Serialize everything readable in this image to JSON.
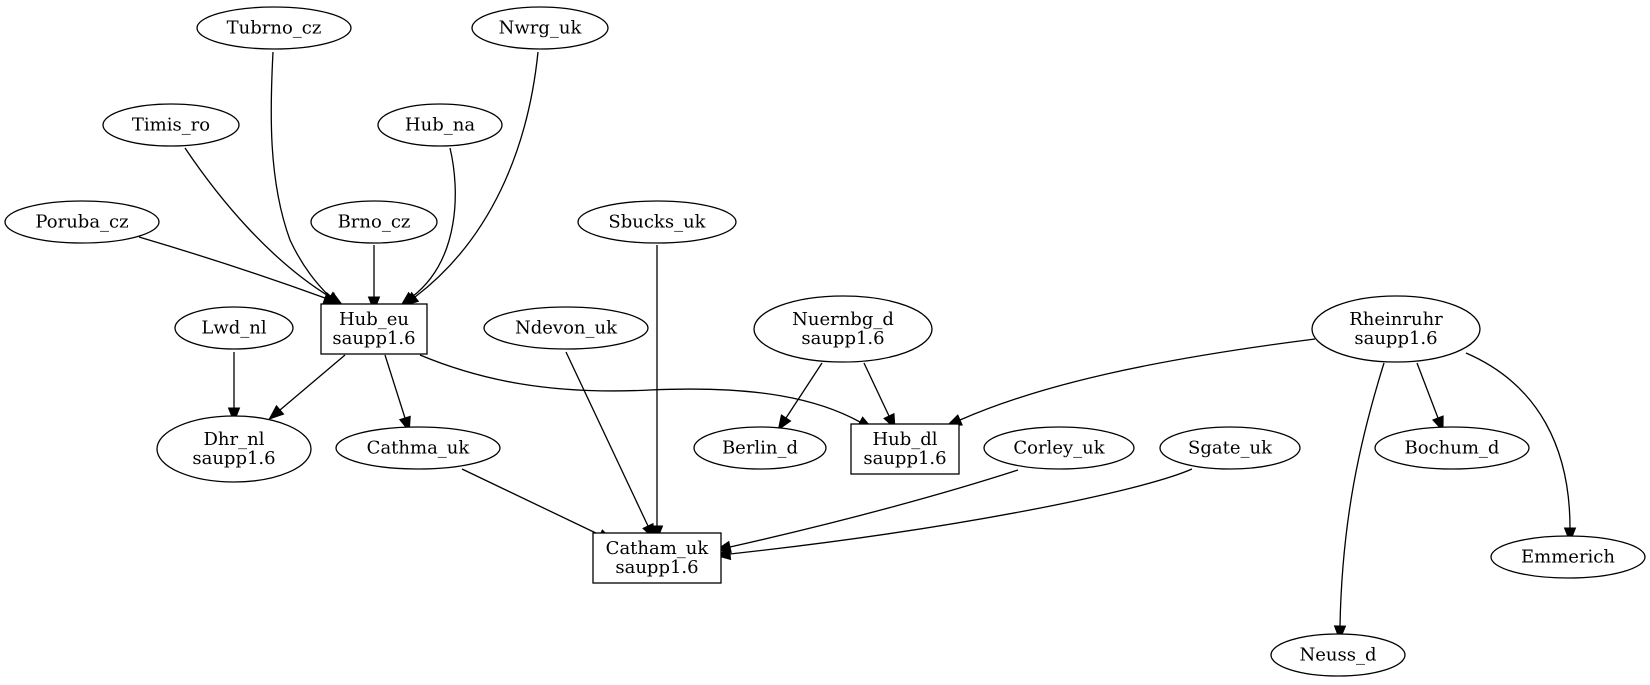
{
  "diagram": {
    "nodes": [
      {
        "id": "tubrno",
        "shape": "ellipse",
        "lines": [
          "Tubrno_cz"
        ]
      },
      {
        "id": "nwrg",
        "shape": "ellipse",
        "lines": [
          "Nwrg_uk"
        ]
      },
      {
        "id": "timis",
        "shape": "ellipse",
        "lines": [
          "Timis_ro"
        ]
      },
      {
        "id": "hubna",
        "shape": "ellipse",
        "lines": [
          "Hub_na"
        ]
      },
      {
        "id": "poruba",
        "shape": "ellipse",
        "lines": [
          "Poruba_cz"
        ]
      },
      {
        "id": "brno",
        "shape": "ellipse",
        "lines": [
          "Brno_cz"
        ]
      },
      {
        "id": "sbucks",
        "shape": "ellipse",
        "lines": [
          "Sbucks_uk"
        ]
      },
      {
        "id": "lwd",
        "shape": "ellipse",
        "lines": [
          "Lwd_nl"
        ]
      },
      {
        "id": "hubeu",
        "shape": "box",
        "lines": [
          "Hub_eu",
          "saupp1.6"
        ]
      },
      {
        "id": "ndevon",
        "shape": "ellipse",
        "lines": [
          "Ndevon_uk"
        ]
      },
      {
        "id": "nuernbg",
        "shape": "ellipse",
        "lines": [
          "Nuernbg_d",
          "saupp1.6"
        ]
      },
      {
        "id": "rheinruhr",
        "shape": "ellipse",
        "lines": [
          "Rheinruhr",
          "saupp1.6"
        ]
      },
      {
        "id": "dhr",
        "shape": "ellipse",
        "lines": [
          "Dhr_nl",
          "saupp1.6"
        ]
      },
      {
        "id": "cathma",
        "shape": "ellipse",
        "lines": [
          "Cathma_uk"
        ]
      },
      {
        "id": "berlin",
        "shape": "ellipse",
        "lines": [
          "Berlin_d"
        ]
      },
      {
        "id": "hubdl",
        "shape": "box",
        "lines": [
          "Hub_dl",
          "saupp1.6"
        ]
      },
      {
        "id": "corley",
        "shape": "ellipse",
        "lines": [
          "Corley_uk"
        ]
      },
      {
        "id": "sgate",
        "shape": "ellipse",
        "lines": [
          "Sgate_uk"
        ]
      },
      {
        "id": "bochum",
        "shape": "ellipse",
        "lines": [
          "Bochum_d"
        ]
      },
      {
        "id": "catham",
        "shape": "box",
        "lines": [
          "Catham_uk",
          "saupp1.6"
        ]
      },
      {
        "id": "emmerich",
        "shape": "ellipse",
        "lines": [
          "Emmerich"
        ]
      },
      {
        "id": "neuss",
        "shape": "ellipse",
        "lines": [
          "Neuss_d"
        ]
      }
    ],
    "edges": [
      {
        "from": "tubrno",
        "to": "hubeu"
      },
      {
        "from": "nwrg",
        "to": "hubeu"
      },
      {
        "from": "timis",
        "to": "hubeu"
      },
      {
        "from": "hubna",
        "to": "hubeu"
      },
      {
        "from": "poruba",
        "to": "hubeu"
      },
      {
        "from": "brno",
        "to": "hubeu"
      },
      {
        "from": "lwd",
        "to": "dhr"
      },
      {
        "from": "hubeu",
        "to": "dhr"
      },
      {
        "from": "hubeu",
        "to": "cathma"
      },
      {
        "from": "hubeu",
        "to": "hubdl"
      },
      {
        "from": "nuernbg",
        "to": "berlin"
      },
      {
        "from": "nuernbg",
        "to": "hubdl"
      },
      {
        "from": "rheinruhr",
        "to": "hubdl"
      },
      {
        "from": "rheinruhr",
        "to": "bochum"
      },
      {
        "from": "rheinruhr",
        "to": "emmerich"
      },
      {
        "from": "rheinruhr",
        "to": "neuss"
      },
      {
        "from": "sbucks",
        "to": "catham"
      },
      {
        "from": "ndevon",
        "to": "catham"
      },
      {
        "from": "cathma",
        "to": "catham"
      },
      {
        "from": "corley",
        "to": "catham"
      },
      {
        "from": "sgate",
        "to": "catham"
      }
    ]
  }
}
